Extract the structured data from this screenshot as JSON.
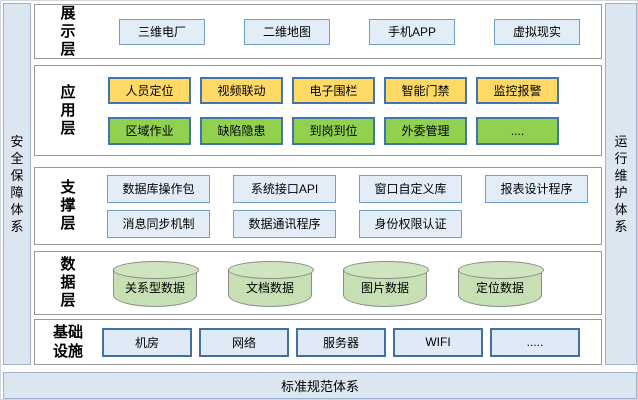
{
  "frame": {
    "left_band": "安全保障体系",
    "right_band": "运行维护体系",
    "bottom_band": "标准规范体系"
  },
  "layers": {
    "presentation": {
      "label": "展示层",
      "items": [
        "三维电厂",
        "二维地图",
        "手机APP",
        "虚拟现实"
      ]
    },
    "application": {
      "label": "应用层",
      "row1": [
        "人员定位",
        "视频联动",
        "电子围栏",
        "智能门禁",
        "监控报警"
      ],
      "row2": [
        "区域作业",
        "缺陷隐患",
        "到岗到位",
        "外委管理",
        "...."
      ]
    },
    "support": {
      "label": "支撑层",
      "row1": [
        "数据库操作包",
        "系统接口API",
        "窗口自定义库",
        "报表设计程序"
      ],
      "row2": [
        "消息同步机制",
        "数据通讯程序",
        "身份权限认证"
      ]
    },
    "data": {
      "label": "数据层",
      "items": [
        "关系型数据",
        "文档数据",
        "图片数据",
        "定位数据"
      ]
    },
    "infrastructure": {
      "label": "基础设施",
      "items": [
        "机房",
        "网络",
        "服务器",
        "WIFI",
        "....."
      ]
    }
  },
  "colors": {
    "band_fill": "#DCE6F1",
    "box_blue_fill": "#E3EDF8",
    "box_blue_border": "#5B9BD5",
    "accent_yellow": "#FFD966",
    "accent_green": "#92D050",
    "colored_box_border": "#2E75B6",
    "cylinder_fill": "#C6E0B4",
    "layer_border": "#999999"
  }
}
